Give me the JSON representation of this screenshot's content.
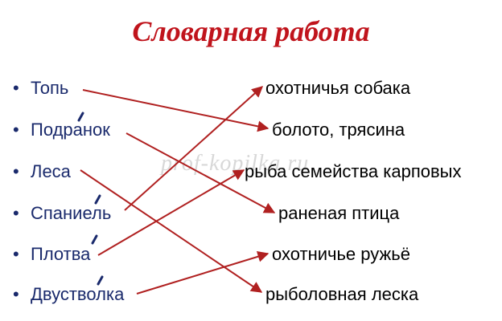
{
  "title": "Словарная работа",
  "bullet": "•",
  "watermark": "prof-kopilka.ru",
  "terms": [
    "Топь",
    "Подранок",
    "Леса",
    "Спаниель",
    "Плотва",
    "Двустволка"
  ],
  "definitions": [
    "охотничья собака",
    "болото, трясина",
    "рыба семейства карповых",
    "раненая птица",
    "охотничье ружьё",
    "рыболовная леска"
  ],
  "matches": [
    {
      "term": "Топь",
      "definition": "болото, трясина"
    },
    {
      "term": "Подранок",
      "definition": "раненая птица"
    },
    {
      "term": "Леса",
      "definition": "рыболовная леска"
    },
    {
      "term": "Спаниель",
      "definition": "охотничья собака"
    },
    {
      "term": "Плотва",
      "definition": "рыба семейства карповых"
    },
    {
      "term": "Двустволка",
      "definition": "охотничье ружьё"
    }
  ],
  "colors": {
    "title": "#c0141c",
    "terms": "#1a2a6c",
    "arrows": "#b02020"
  }
}
